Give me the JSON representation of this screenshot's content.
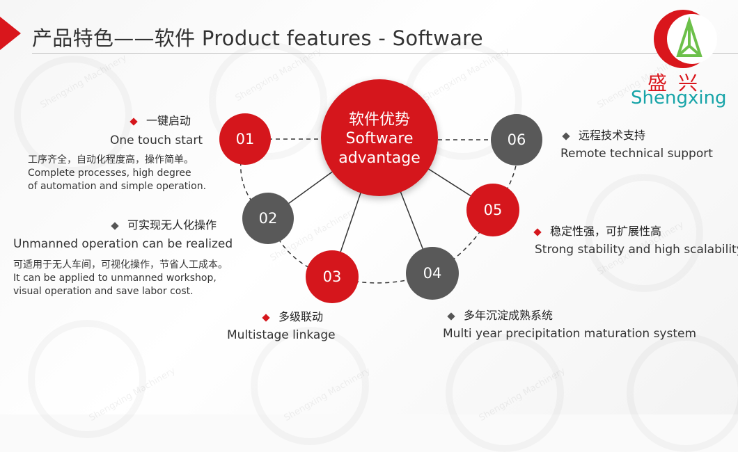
{
  "title": "产品特色——软件  Product features - Software",
  "logo": {
    "cn": "盛兴",
    "en": "Shengxing"
  },
  "watermark": "Shengxing Machinery",
  "center": {
    "cn": "软件优势",
    "en1": "Software",
    "en2": "advantage"
  },
  "nodes": [
    "01",
    "02",
    "03",
    "04",
    "05",
    "06"
  ],
  "features": {
    "f1": {
      "cn": "一键启动",
      "en": "One touch start",
      "desc_cn": "工序齐全，自动化程度高，操作简单。",
      "desc_en1": "Complete processes, high degree",
      "desc_en2": "of automation and simple operation."
    },
    "f2": {
      "cn": "可实现无人化操作",
      "en": "Unmanned operation can be realized",
      "desc_cn": "可适用于无人车间，可视化操作，节省人工成本。",
      "desc_en1": "It can be applied to unmanned workshop,",
      "desc_en2": "visual operation and save labor cost."
    },
    "f3": {
      "cn": "多级联动",
      "en": "Multistage linkage"
    },
    "f4": {
      "cn": "多年沉淀成熟系统",
      "en": "Multi year precipitation maturation system"
    },
    "f5": {
      "cn": "稳定性强，可扩展性高",
      "en": "Strong stability and high scalability"
    },
    "f6": {
      "cn": "远程技术支持",
      "en": "Remote technical support"
    }
  },
  "colors": {
    "accent": "#d5161c",
    "dark": "#595959",
    "logo_teal": "#17a4a8"
  }
}
